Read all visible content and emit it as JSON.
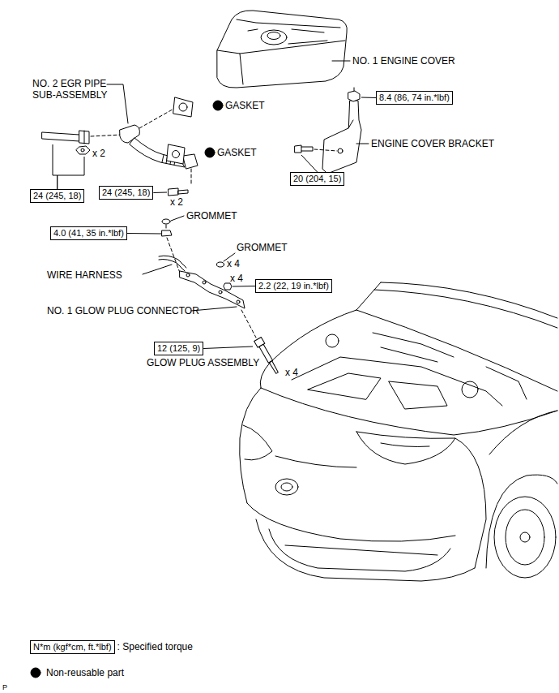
{
  "diagram": {
    "nodes": [
      {
        "text": [
          "8.4 (86, 74 in.*lbf)"
        ]
      },
      {
        "text": [
          "20 (204, 15)"
        ]
      },
      {
        "text": [
          "24 (245, 18)"
        ]
      },
      {
        "text": [
          "24 (245, 18)"
        ]
      },
      {
        "text": [
          "4.0 (41, 35 in.*lbf)"
        ]
      },
      {
        "text": [
          "2.2 (22, 19 in.*lbf)"
        ]
      },
      {
        "text": [
          "12 (125, 9)"
        ]
      },
      {
        "text": [
          "N*m (kgf*cm, ft.*lbf)"
        ]
      }
    ],
    "labels": [
      "NO. 1 ENGINE COVER",
      "NO. 2 EGR PIPE SUB-ASSEMBLY",
      "GASKET",
      "ENGINE COVER BRACKET",
      "GASKET",
      "x 2",
      "x 2",
      "GROMMET",
      "GROMMET",
      "x 4",
      "WIRE HARNESS",
      "x 4",
      "NO. 1 GLOW PLUG CONNECTOR",
      "GLOW PLUG ASSEMBLY",
      "x 4",
      "P"
    ],
    "legend": [
      {
        "text": ": Specified torque"
      },
      {
        "text": "Non-reusable part"
      }
    ]
  }
}
